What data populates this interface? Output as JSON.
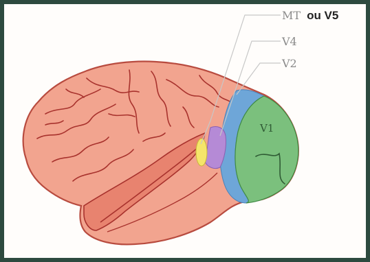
{
  "labels": {
    "mt_prefix": "MT",
    "mt_suffix": "ou V5",
    "v4": "V4",
    "v2": "V2",
    "v1": "V1"
  },
  "colors": {
    "frame": "#2d4a3f",
    "cortex": "#f2a48f",
    "cortex_outline": "#b84b3f",
    "sulcus": "#a8322d",
    "v1_area": "#7bc07d",
    "v2_band": "#6ea6d8",
    "v4_area": "#b58ad6",
    "mt_area": "#f5e56a",
    "leader_line": "#c7c7c7"
  },
  "icons": [
    "brain-lateral-view-illustration"
  ]
}
